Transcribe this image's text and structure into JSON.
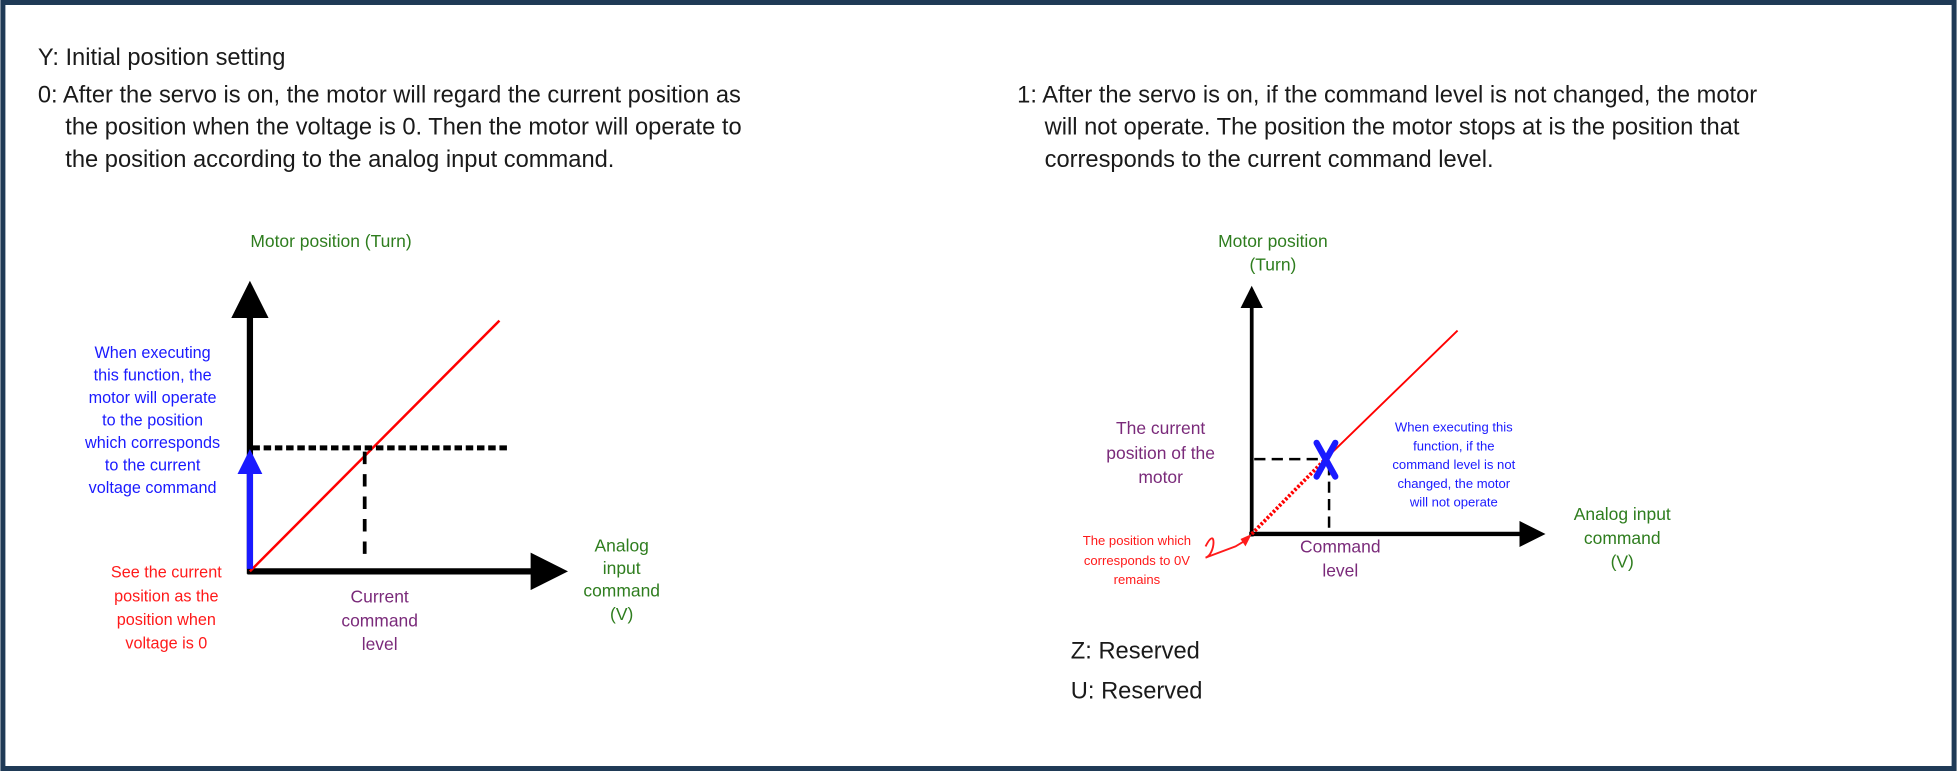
{
  "heading": "Y: Initial position setting",
  "option0": {
    "lines": [
      "0: After the servo is on, the motor will regard the current position as",
      "the position when the voltage is 0. Then the motor will operate to",
      "the position according to the analog input command."
    ]
  },
  "option1": {
    "lines": [
      "1: After the servo is on, if the command level is not changed, the motor",
      "will not operate. The position the motor stops at is the position that",
      "corresponds to the current command level."
    ]
  },
  "diagram0": {
    "y_axis_label": "Motor position (Turn)",
    "x_axis_label": [
      "Analog",
      "input",
      "command",
      "(V)"
    ],
    "blue_note": [
      "When executing",
      "this function, the",
      "motor will operate",
      "to the position",
      "which corresponds",
      "to the current",
      "voltage command"
    ],
    "red_note": [
      "See the current",
      "position as the",
      "position when",
      "voltage is 0"
    ],
    "command_label": [
      "Current",
      "command",
      "level"
    ]
  },
  "diagram1": {
    "y_axis_label": [
      "Motor position",
      "(Turn)"
    ],
    "x_axis_label": [
      "Analog input",
      "command",
      "(V)"
    ],
    "current_position_label": [
      "The current",
      "position of the",
      "motor"
    ],
    "blue_note": [
      "When executing this",
      "function, if the",
      "command level is not",
      "changed, the motor",
      "will not operate"
    ],
    "red_note": [
      "The position which",
      "corresponds to 0V",
      "remains"
    ],
    "command_label": [
      "Command",
      "level"
    ]
  },
  "reserved": [
    "Z: Reserved",
    "U: Reserved"
  ],
  "colors": {
    "frame": "#1f3a56",
    "line": "#ff0000",
    "axis": "#000000"
  }
}
